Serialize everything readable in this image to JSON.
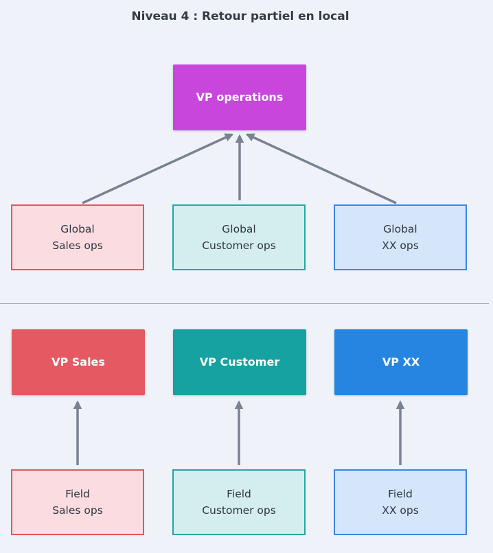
{
  "title": "Niveau 4 : Retour partiel en local",
  "colors": {
    "vp_operations": "#c846dc",
    "vp_sales": "#e45962",
    "vp_customer": "#16a2a0",
    "vp_xx": "#2585e0",
    "arrow": "#7a8191"
  },
  "top": {
    "vp": "VP operations",
    "global": [
      {
        "line1": "Global",
        "line2": "Sales ops"
      },
      {
        "line1": "Global",
        "line2": "Customer ops"
      },
      {
        "line1": "Global",
        "line2": "XX ops"
      }
    ]
  },
  "bottom": {
    "vps": [
      "VP Sales",
      "VP Customer",
      "VP XX"
    ],
    "field": [
      {
        "line1": "Field",
        "line2": "Sales ops"
      },
      {
        "line1": "Field",
        "line2": "Customer ops"
      },
      {
        "line1": "Field",
        "line2": "XX ops"
      }
    ]
  }
}
